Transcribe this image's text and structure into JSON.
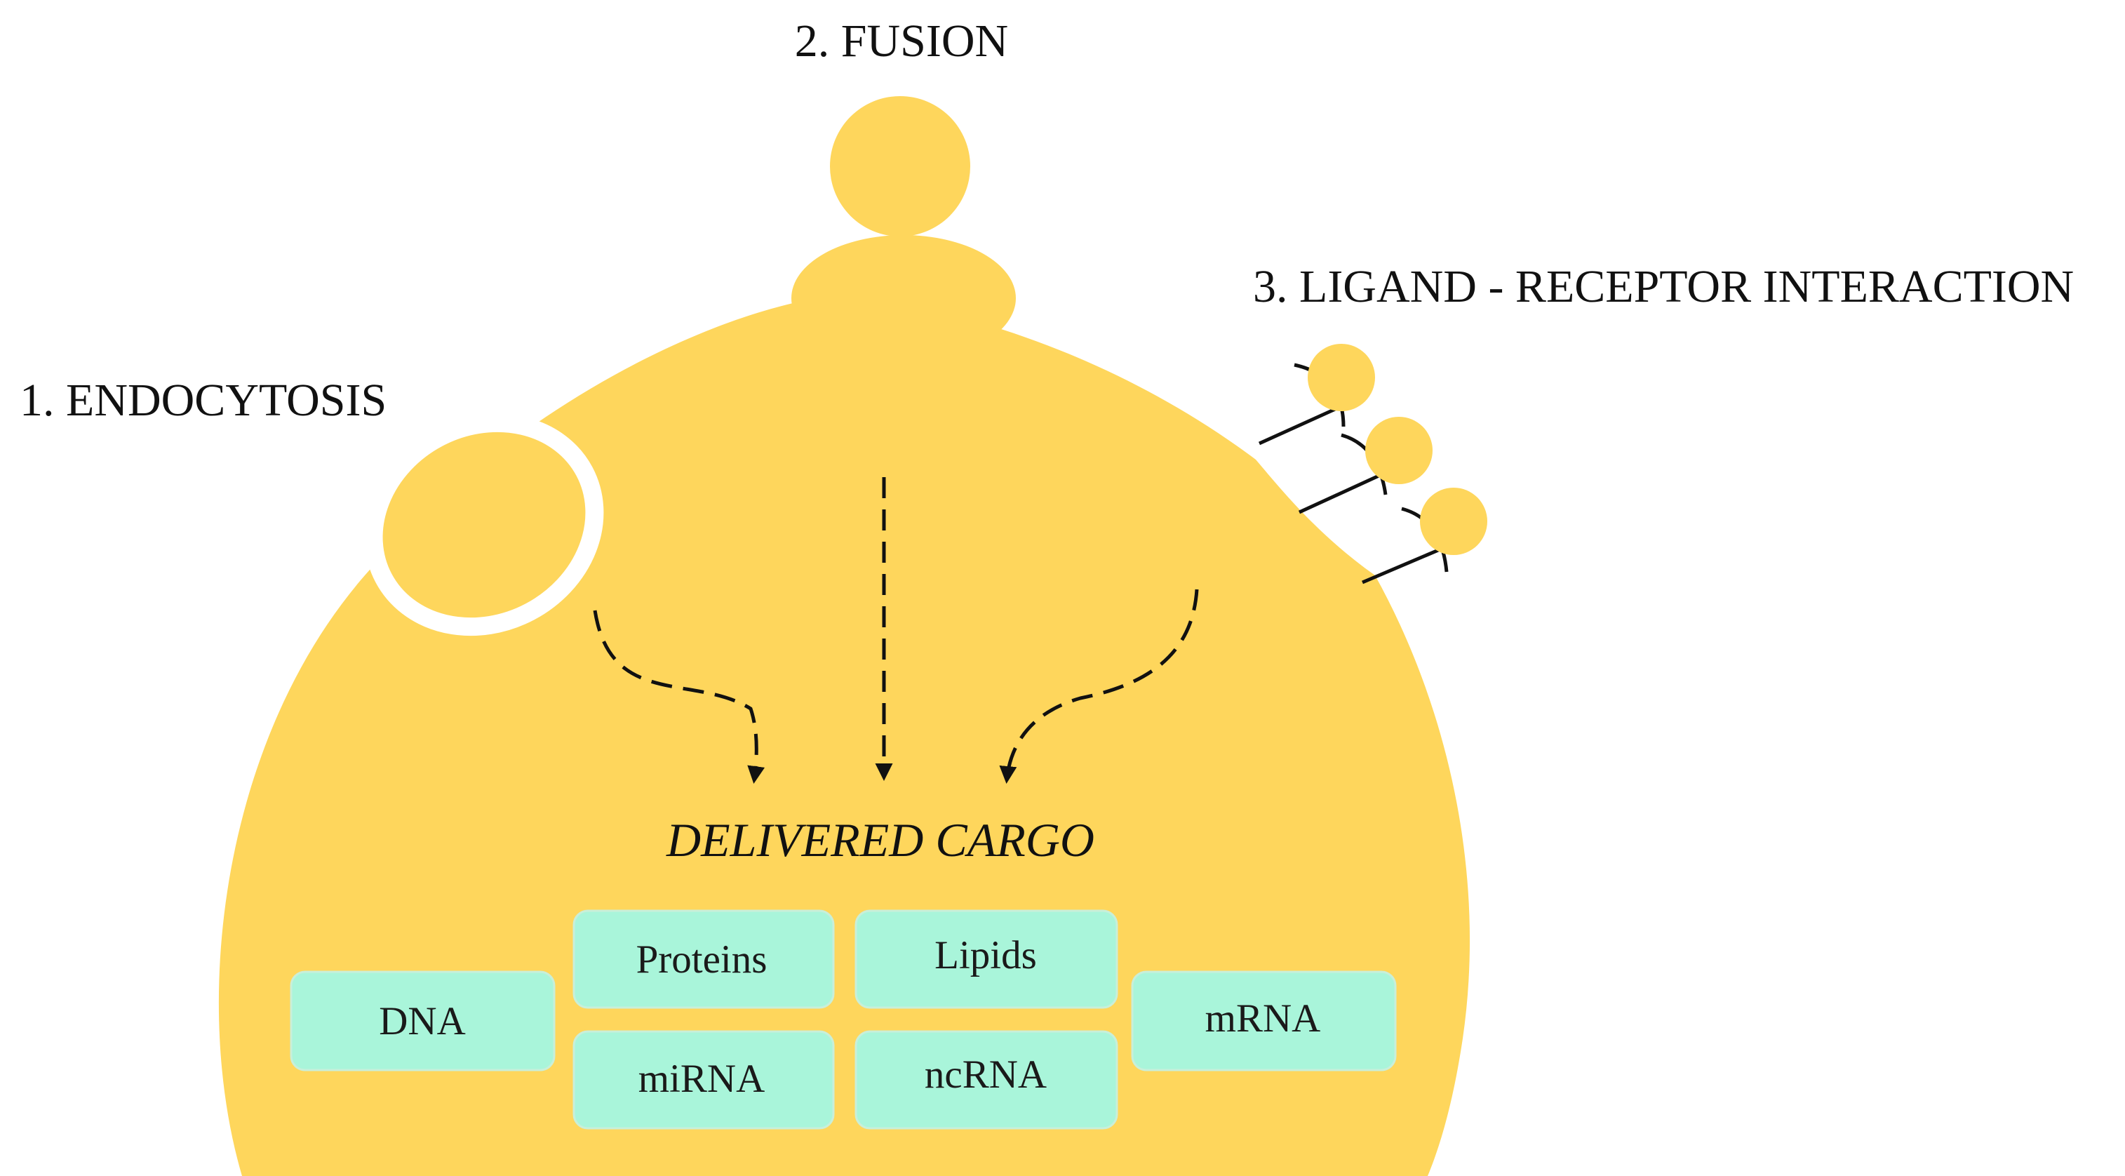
{
  "labels": {
    "fusion": "2. FUSION",
    "ligand_receptor": "3. LIGAND - RECEPTOR INTERACTION",
    "endocytosis": "1. ENDOCYTOSIS",
    "delivered_cargo": "DELIVERED CARGO"
  },
  "cargo": {
    "dna": "DNA",
    "proteins": "Proteins",
    "lipids": "Lipids",
    "mirna": "miRNA",
    "ncrna": "ncRNA",
    "mrna": "mRNA"
  },
  "colors": {
    "cell": "#FED65C",
    "cargo_box": "#A9F5DA",
    "cargo_box_border": "#C9EFD9",
    "ink": "#111111"
  }
}
